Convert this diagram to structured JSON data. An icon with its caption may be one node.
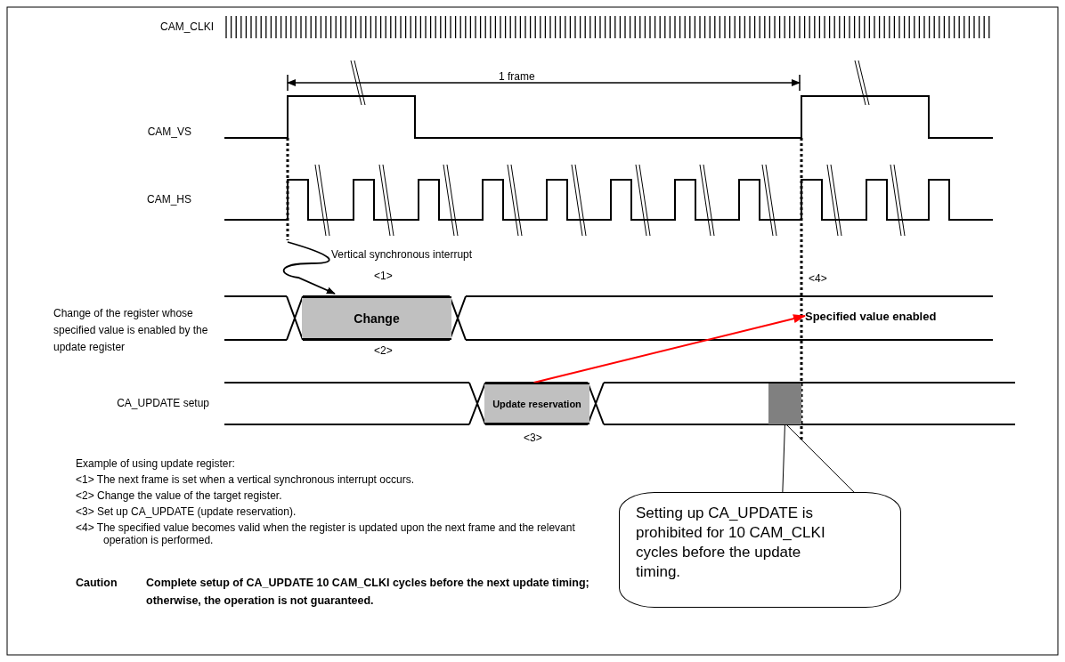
{
  "diagram": {
    "nodes": [
      {
        "text": [
          "Change"
        ]
      },
      {
        "text": [
          "Update reservation"
        ]
      },
      {
        "text": [
          "Specified value enabled"
        ]
      },
      {
        "text": [
          "Setting up CA_UPDATE is prohibited for 10 CAM_CLKI cycles before the update timing."
        ]
      },
      {
        "text": [],
        "shape": "box"
      }
    ],
    "edges": [
      {
        "from": null,
        "to": 0,
        "arrow": "to"
      },
      {
        "from": 1,
        "to": 2,
        "arrow": "to",
        "color": "#ff0000"
      },
      {
        "from": 3,
        "to": 4,
        "arrow": "none"
      }
    ],
    "labels": [
      "CAM_CLKI",
      "1 frame",
      "CAM_VS",
      "CAM_HS",
      "Vertical synchronous interrupt",
      "<1>",
      "<4>",
      "Change of the register whose specified value is enabled by the update register",
      "<2>",
      "CA_UPDATE setup",
      "<3>",
      "Example of using update register:",
      "<1> The next frame is set when a vertical synchronous interrupt occurs.",
      "<2> Change the value of the target register.",
      "<3> Set up CA_UPDATE (update reservation).",
      "<4> The specified value becomes valid when the register is updated upon the next frame and the relevant operation is performed.",
      "Caution",
      "Complete setup of CA_UPDATE 10 CAM_CLKI cycles before the next update timing; otherwise, the operation is not guaranteed."
    ]
  }
}
